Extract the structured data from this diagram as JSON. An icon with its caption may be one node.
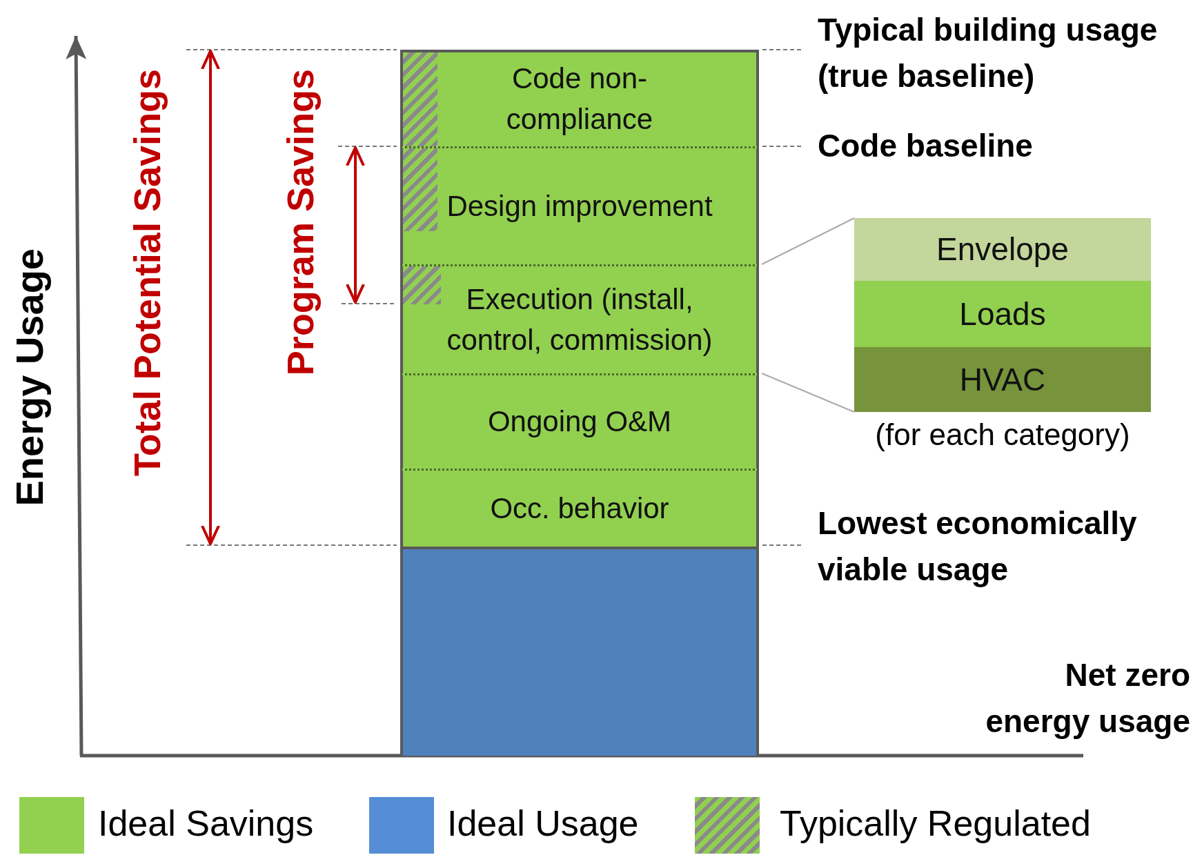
{
  "diagram": {
    "nodes": [
      {
        "text": [
          "Code non-compliance"
        ]
      },
      {
        "text": [
          "Design improvement"
        ]
      },
      {
        "text": [
          "Execution (install, control, commission)"
        ]
      },
      {
        "text": [
          "Ongoing O&M"
        ]
      },
      {
        "text": [
          "Occ. behavior"
        ]
      },
      {
        "text": [],
        "shape": "box"
      },
      {
        "text": [],
        "shape": "box",
        "beside": [
          "(for each category)"
        ]
      },
      {
        "text": [
          "Envelope"
        ],
        "in": 6
      },
      {
        "text": [
          "Loads"
        ],
        "in": 6
      },
      {
        "text": [
          "HVAC"
        ],
        "in": 6
      }
    ],
    "edges": [
      {
        "from": 2,
        "to": 6,
        "arrow": "none"
      },
      {
        "from": 2,
        "to": 6,
        "arrow": "none"
      }
    ],
    "labels": [
      "Energy Usage",
      "Total Potential Savings",
      "Program Savings",
      "Typical building usage (true baseline)",
      "Code baseline",
      "Lowest economically viable usage",
      "Net zero energy usage"
    ],
    "legend": [
      {
        "text": "Ideal Savings",
        "color": "#92d050"
      },
      {
        "text": "Ideal Usage",
        "color": "#558ed5"
      },
      {
        "text": "Typically Regulated"
      }
    ]
  }
}
